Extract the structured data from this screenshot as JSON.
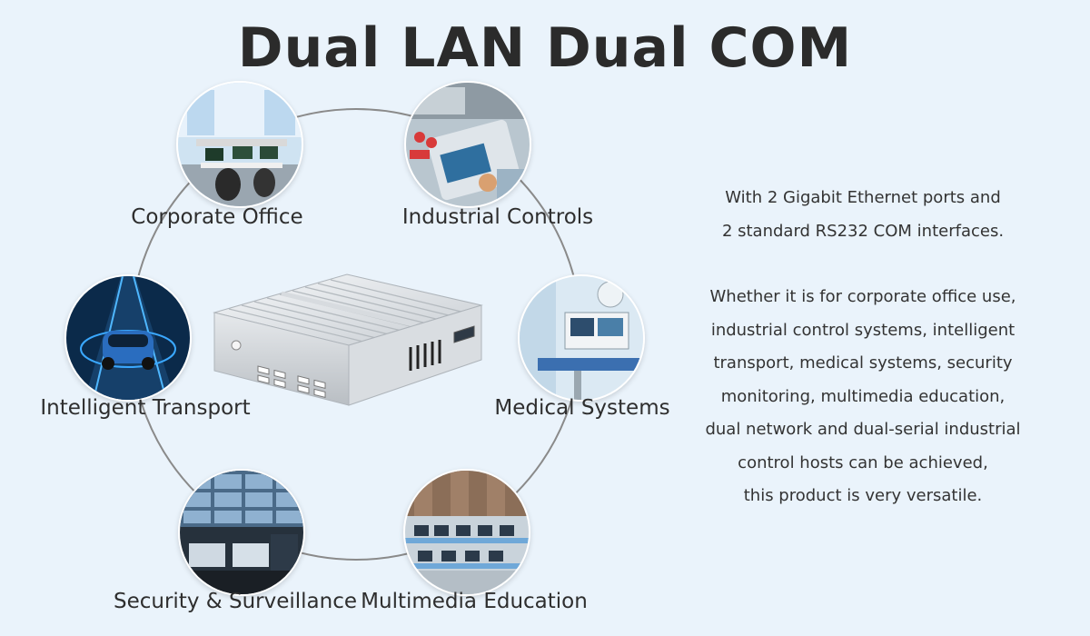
{
  "title": "Dual LAN Dual COM",
  "applications": [
    {
      "label": "Corporate Office",
      "icon": "office-photo"
    },
    {
      "label": "Industrial Controls",
      "icon": "control-panel-photo"
    },
    {
      "label": "Intelligent Transport",
      "icon": "smart-car-photo"
    },
    {
      "label": "Medical Systems",
      "icon": "medical-equipment-photo"
    },
    {
      "label": "Security & Surveillance",
      "icon": "monitoring-room-photo"
    },
    {
      "label": "Multimedia Education",
      "icon": "computer-classroom-photo"
    }
  ],
  "description": {
    "intro": [
      "With 2 Gigabit Ethernet ports and",
      "2 standard RS232 COM interfaces."
    ],
    "body": [
      "Whether it is for corporate office use,",
      "industrial control systems, intelligent",
      "transport, medical systems, security",
      "monitoring, multimedia education,",
      "dual network and dual-serial industrial",
      "control hosts can be achieved,",
      "this product is very versatile."
    ]
  },
  "colors": {
    "background": "#eaf3fb",
    "ring": "#8a8a8a",
    "title": "#2b2b2b"
  }
}
